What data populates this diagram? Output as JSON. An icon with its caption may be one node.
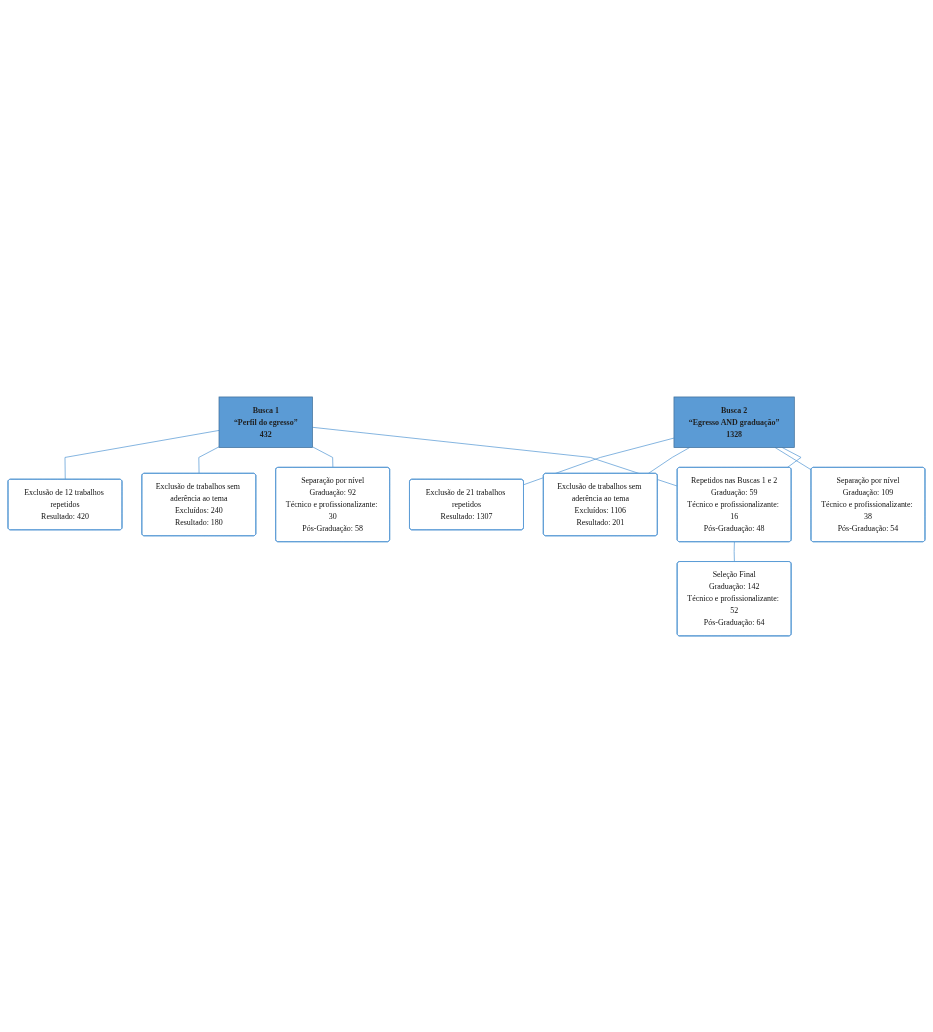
{
  "diagram": {
    "nodes": [
      {
        "text": [
          "Busca 1",
          "“Perfil do egresso”",
          "432"
        ]
      },
      {
        "text": [
          "Busca 2",
          "“Egresso AND graduação”",
          "1328"
        ]
      },
      {
        "text": [
          "Exclusão de 12 trabalhos repetidos",
          "Resultado: 420"
        ]
      },
      {
        "text": [
          "Exclusão de 21 trabalhos repetidos",
          "Resultado: 1307"
        ]
      },
      {
        "text": [
          "Exclusão de trabalhos sem aderência ao tema",
          "Excluídos: 240",
          "Resultado: 180"
        ]
      },
      {
        "text": [
          "Exclusão de trabalhos sem aderência ao tema",
          "Excluídos: 1106",
          "Resultado: 201"
        ]
      },
      {
        "text": [
          "Separação por nível",
          "Graduação: 92",
          "Técnico e profissionalizante: 30",
          "Pós-Graduação: 58"
        ]
      },
      {
        "text": [
          "Separação por nível",
          "Graduação: 109",
          "Técnico e profissionalizante: 38",
          "Pós-Graduação: 54"
        ]
      },
      {
        "text": [
          "Repetidos nas Buscas 1 e 2",
          "Graduação: 59",
          "Técnico e profissionalizante: 16",
          "Pós-Graduação: 48"
        ]
      },
      {
        "text": [
          "Seleção Final",
          "Graduação: 142",
          "Técnico e profissionalizante: 52",
          "Pós-Graduação: 64"
        ]
      }
    ],
    "edges": [
      {
        "from": 0,
        "to": 2,
        "arrow": "none"
      },
      {
        "from": 0,
        "to": 4,
        "arrow": "none"
      },
      {
        "from": 0,
        "to": 6,
        "arrow": "none"
      },
      {
        "from": 0,
        "to": 8,
        "arrow": "none"
      },
      {
        "from": 1,
        "to": 3,
        "arrow": "none"
      },
      {
        "from": 1,
        "to": 5,
        "arrow": "none"
      },
      {
        "from": 1,
        "to": 7,
        "arrow": "none"
      },
      {
        "from": 1,
        "to": 8,
        "arrow": "none"
      },
      {
        "from": 8,
        "to": 9,
        "arrow": "none"
      }
    ]
  }
}
